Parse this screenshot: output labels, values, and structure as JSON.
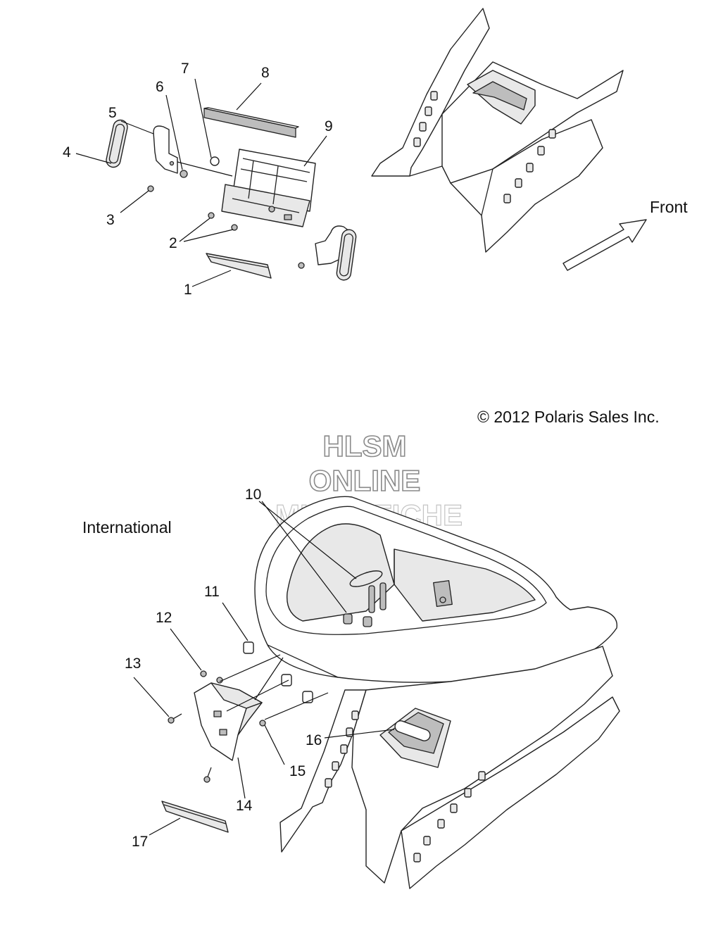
{
  "callouts": {
    "c1": "1",
    "c2": "2",
    "c3": "3",
    "c4": "4",
    "c5": "5",
    "c6": "6",
    "c7": "7",
    "c8": "8",
    "c9": "9",
    "c10": "10",
    "c11": "11",
    "c12": "12",
    "c13": "13",
    "c14": "14",
    "c15": "15",
    "c16": "16",
    "c17": "17"
  },
  "direction_label": "Front",
  "copyright": "© 2012 Polaris Sales Inc.",
  "section_label": "International",
  "watermark": {
    "line1": "HLSM",
    "line2": "ONLINE",
    "line3": "MICROFICHE"
  }
}
